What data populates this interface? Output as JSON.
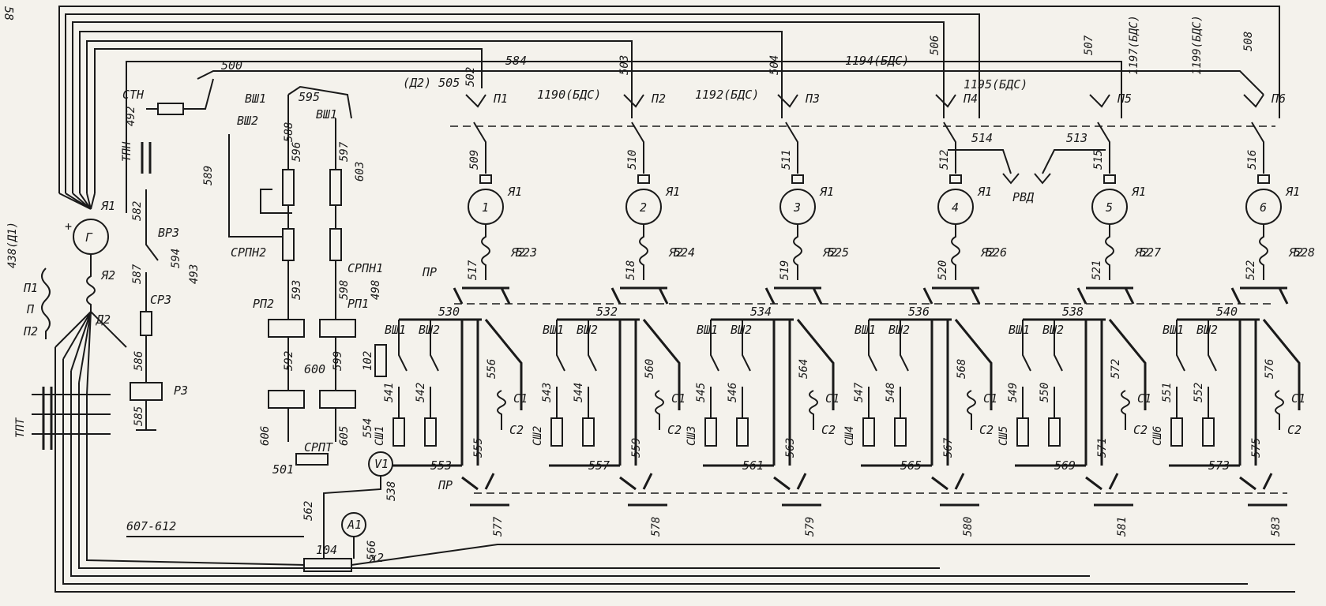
{
  "page": {
    "page_number": "58"
  },
  "generator": {
    "symbol": "Г",
    "plus": "+",
    "terminals": [
      "Я1",
      "Я2",
      "Д2"
    ]
  },
  "field": {
    "l1": "П1",
    "l": "П",
    "l2": "П2",
    "wire": "438(Д1)"
  },
  "left_labels": [
    "СТН",
    "ТПН",
    "ВРЗ",
    "СРЗ",
    "РЗ",
    "ТПТ"
  ],
  "left_wires": [
    "492",
    "582",
    "587",
    "594",
    "586",
    "585",
    "493"
  ],
  "top_wires": [
    "500",
    "584",
    "503",
    "504",
    "506",
    "507",
    "508",
    "1194(БДС)",
    "1195(БДС)",
    "1197(БДС)",
    "1199(БДС)",
    "1190(БДС)",
    "1192(БДС)",
    "(Д2) 505",
    "502",
    "595"
  ],
  "control_labels": [
    "ВШ1",
    "ВШ2",
    "СРПН2",
    "СРПН1",
    "РП2",
    "РП1",
    "СРПТ"
  ],
  "control_wires": [
    "588",
    "589",
    "596",
    "597",
    "603",
    "593",
    "598",
    "498",
    "592",
    "599",
    "600",
    "606",
    "605",
    "501"
  ],
  "contactors": [
    "П1",
    "П2",
    "П3",
    "П4",
    "П5",
    "П6"
  ],
  "motors": [
    {
      "id": "1",
      "arm": "Я1",
      "arm2": "Я2",
      "in": "509",
      "out": "517",
      "bdc": "523",
      "shunt": "СШ1",
      "w1": "541",
      "w2": "542",
      "s": "553",
      "c": "556",
      "c2": "555",
      "pr": "577",
      "bus": "530"
    },
    {
      "id": "2",
      "arm": "Я1",
      "arm2": "Я2",
      "in": "510",
      "out": "518",
      "bdc": "524",
      "shunt": "СШ2",
      "w1": "543",
      "w2": "544",
      "s": "557",
      "c": "560",
      "c2": "559",
      "pr": "578",
      "bus": "532"
    },
    {
      "id": "3",
      "arm": "Я1",
      "arm2": "Я2",
      "in": "511",
      "out": "519",
      "bdc": "525",
      "shunt": "СШ3",
      "w1": "545",
      "w2": "546",
      "s": "561",
      "c": "564",
      "c2": "563",
      "pr": "579",
      "bus": "534"
    },
    {
      "id": "4",
      "arm": "Я1",
      "arm2": "Я2",
      "in": "512",
      "out": "520",
      "bdc": "526",
      "shunt": "СШ4",
      "w1": "547",
      "w2": "548",
      "s": "565",
      "c": "568",
      "c2": "567",
      "pr": "580",
      "bus": "536"
    },
    {
      "id": "5",
      "arm": "Я1",
      "arm2": "Я2",
      "in": "515",
      "out": "521",
      "bdc": "527",
      "shunt": "СШ5",
      "w1": "549",
      "w2": "550",
      "s": "569",
      "c": "572",
      "c2": "571",
      "pr": "581",
      "bus": "538"
    },
    {
      "id": "6",
      "arm": "Я1",
      "arm2": "Я2",
      "in": "516",
      "out": "522",
      "bdc": "528",
      "shunt": "СШ6",
      "w1": "551",
      "w2": "552",
      "s": "573",
      "c": "576",
      "c2": "575",
      "pr": "583",
      "bus": "540"
    }
  ],
  "misc": {
    "pr": "ПР",
    "vsh1": "ВШ1",
    "vsh2": "ВШ2",
    "c1": "С1",
    "c2": "С2",
    "rvd": "РВД",
    "w514": "514",
    "w513": "513",
    "voltmeter": "V1",
    "ammeter": "A1",
    "block": "104",
    "w102": "102",
    "w554": "554",
    "w538": "538",
    "w562": "562",
    "w566": "566",
    "x2": "x2",
    "bus": "607-612"
  }
}
